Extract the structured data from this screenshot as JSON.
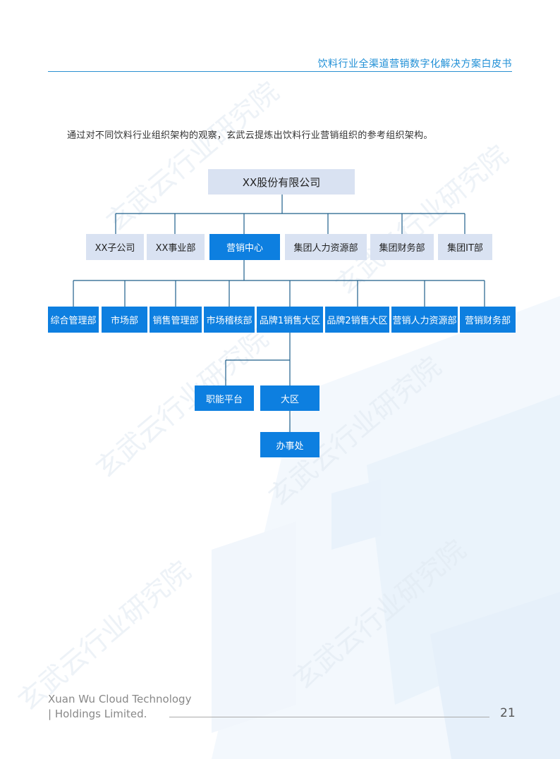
{
  "header": {
    "title": "饮料行业全渠道营销数字化解决方案白皮书"
  },
  "intro": "通过对不同饮料行业组织架构的观察，玄武云提炼出饮料行业营销组织的参考组织架构。",
  "watermark": "玄武云行业研究院",
  "org_chart": {
    "root": "XX股份有限公司",
    "level1": [
      "XX子公司",
      "XX事业部",
      "营销中心",
      "集团人力资源部",
      "集团财务部",
      "集团IT部"
    ],
    "level2": [
      "综合管理部",
      "市场部",
      "销售管理部",
      "市场稽核部",
      "品牌1销售大区",
      "品牌2销售大区",
      "营销人力资源部",
      "营销财务部"
    ],
    "level3": [
      "职能平台",
      "大区"
    ],
    "level4": [
      "办事处"
    ]
  },
  "footer": {
    "company_line1": "Xuan Wu Cloud Technology",
    "company_line2": "| Holdings Limited.",
    "page_number": "21"
  },
  "colors": {
    "accent": "#0d7fe0",
    "gray_node": "#d9e2f2",
    "line": "#1f5f8b"
  }
}
